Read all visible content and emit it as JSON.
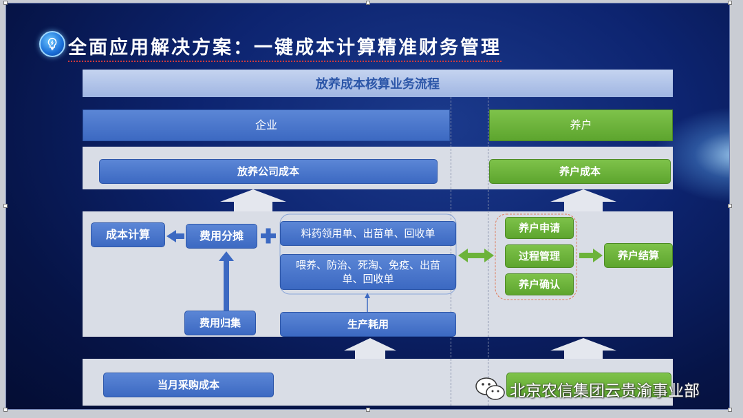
{
  "title": "全面应用解决方案：一键成本计算精准财务管理",
  "diagram": {
    "header": "放养成本核算业务流程",
    "columns": {
      "enterprise": "企业",
      "farmer": "养户"
    },
    "nodes": {
      "company_cost": "放养公司成本",
      "farmer_cost": "养户成本",
      "cost_calc": "成本计算",
      "cost_alloc": "费用分摊",
      "doc_row1": "料药领用单、出苗单、回收单",
      "doc_row2": "喂养、防治、死淘、免疫、出苗单、回收单",
      "cost_collect": "费用归集",
      "production": "生产耗用",
      "monthly_purchase": "当月采购成本",
      "farmer_apply": "养户申请",
      "process_mgmt": "过程管理",
      "farmer_confirm": "养户确认",
      "farmer_settle": "养户结算"
    }
  },
  "watermark": "北京农信集团云贵渝事业部"
}
